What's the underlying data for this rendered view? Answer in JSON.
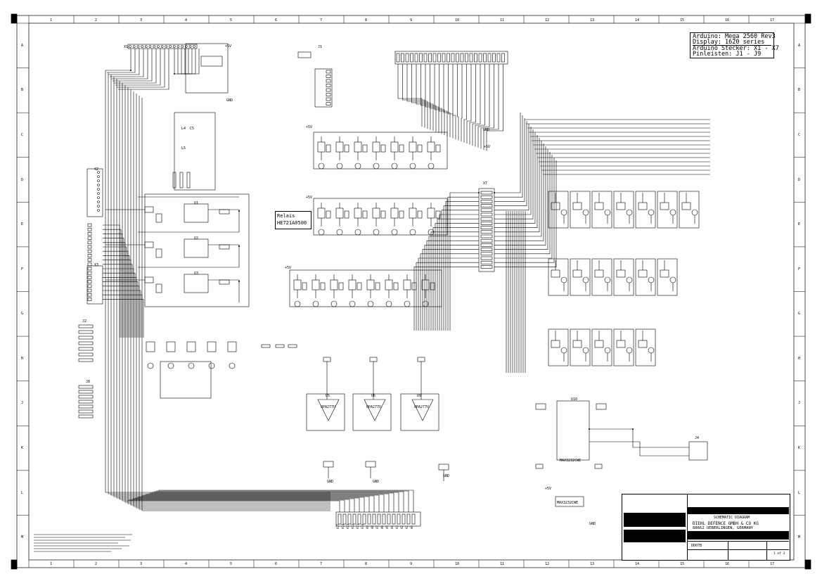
{
  "info_box": {
    "line1": "Arduino: Mega 2560 Rev3",
    "line2": "Display: 1620 series",
    "line3": "Arduino Stecker: X1 - X7",
    "line4": "Pinleisten:           J1 - J9"
  },
  "relay": {
    "line1": "Relais",
    "line2": "HE721A0500"
  },
  "title_block": {
    "doc_type": "SCHEMATIC DIAGRAM",
    "company": "DIEHL DEFENCE GMBH & CO KG",
    "address": "88662 UEBERLINGEN, GERMANY",
    "number": "DD07B",
    "sheet": "1 of 3"
  },
  "designators": {
    "x1": "X1",
    "x2": "X2",
    "x3": "X3",
    "x7": "X7",
    "j1": "J1",
    "j2": "J2",
    "j4": "J4",
    "j8": "J8",
    "l4": "L4",
    "l5": "L5",
    "c5": "C5",
    "u5": "U5",
    "u6": "U6",
    "u9": "U9",
    "u10": "U10",
    "u1": "U1",
    "u2": "U2",
    "u3": "U3",
    "opamp": "OPA277U",
    "maxim": "MAX3232CWE"
  },
  "supply_labels": {
    "plus5v": "+5V",
    "gnd": "GND"
  },
  "edge_marks": {
    "cols": [
      "1",
      "2",
      "3",
      "4",
      "5",
      "6",
      "7",
      "8",
      "9",
      "10",
      "11",
      "12",
      "13",
      "14",
      "15",
      "16",
      "17"
    ],
    "rows": [
      "A",
      "B",
      "C",
      "D",
      "E",
      "F",
      "G",
      "H",
      "J",
      "K",
      "L",
      "M"
    ]
  },
  "bus_labels": [
    "A15",
    "A14",
    "A13",
    "A12",
    "A11",
    "A10",
    "A9",
    "A8",
    "A7",
    "A6",
    "A5",
    "A4",
    "A3",
    "A2",
    "A1",
    "A0"
  ]
}
